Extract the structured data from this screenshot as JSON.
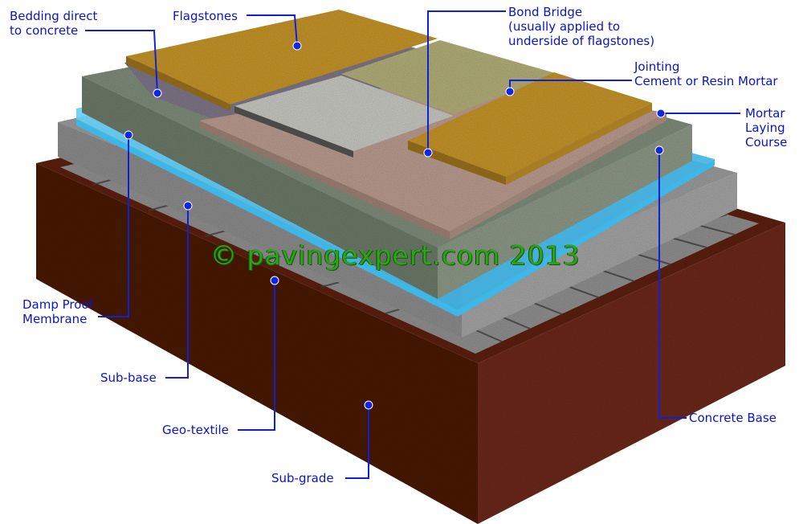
{
  "labels": {
    "bedding": [
      "Bedding direct",
      "to concrete"
    ],
    "flagstones": "Flagstones",
    "bond_bridge": [
      "Bond Bridge",
      "(usually applied to",
      "underside of flagstones)"
    ],
    "jointing": [
      "Jointing",
      "Cement or Resin Mortar"
    ],
    "mortar": [
      "Mortar",
      "Laying",
      "Course"
    ],
    "dpm": [
      "Damp Proof",
      "Membrane"
    ],
    "sub_base": "Sub-base",
    "geo_textile": "Geo-textile",
    "sub_grade": "Sub-grade",
    "concrete_base": "Concrete Base"
  },
  "watermark": "© pavingexpert.com  2013",
  "colors": {
    "label": "#0a14c8",
    "leader": "#1020d8",
    "watermark": "#2fa21c",
    "subgrade": "#5b2416",
    "geotextile": "#8e8e8e",
    "subbase": "#9a9a9a",
    "dpm": "#4fc3ee",
    "concrete": "#7e8a79",
    "mortar": "#b89a8e",
    "bond_bridge": "#7d7585",
    "flag_buff": "#c2932c",
    "flag_grey": "#c5c5c0",
    "flag_green": "#b1ad78"
  }
}
